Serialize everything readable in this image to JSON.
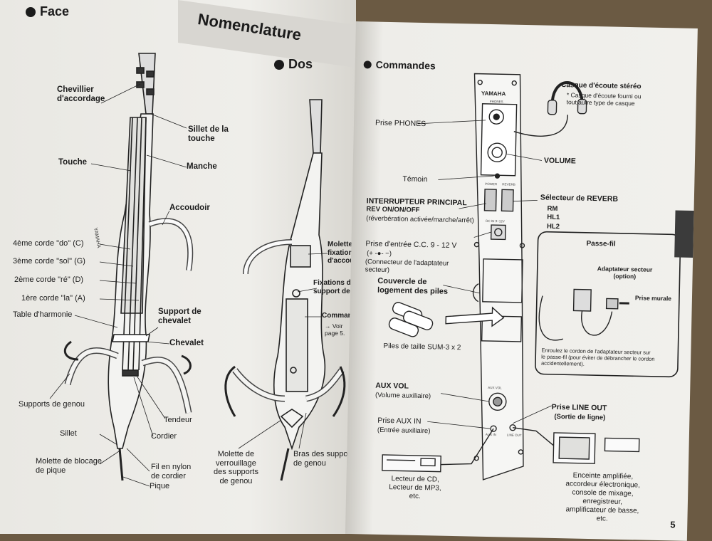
{
  "left_page": {
    "title": "Nomenclature",
    "section_face": "Face",
    "section_dos": "Dos",
    "labels": {
      "chevillier": "Chevillier\nd'accordage",
      "sillet_touche": "Sillet de la\ntouche",
      "touche": "Touche",
      "manche": "Manche",
      "accoudoir": "Accoudoir",
      "corde_do": "4ème corde \"do\" (C)",
      "corde_sol": "3ème corde \"sol\" (G)",
      "corde_re": "2ème corde \"ré\" (D)",
      "corde_la": "1ère corde \"la\" (A)",
      "table": "Table d'harmonie",
      "support_chevalet": "Support de\nchevalet",
      "chevalet": "Chevalet",
      "supports_genou": "Supports de genou",
      "tendeur": "Tendeur",
      "cordier": "Cordier",
      "sillet": "Sillet",
      "molette_blocage": "Molette de blocage\nde pique",
      "fil_nylon": "Fil en nylon\nde cordier",
      "pique": "Pique",
      "molette_fixation": "Molette de\nfixation\nd'accoudoir",
      "fixations_support": "Fixations du\nsupport de poitrine",
      "commandes": "Commandes",
      "voir_page": "→ Voir page 5.",
      "molette_verrouillage": "Molette de\nverrouillage\ndes supports\nde genou",
      "bras_supports": "Bras des supports\nde genou"
    },
    "logo": "YAMAHA"
  },
  "right_page": {
    "section": "Commandes",
    "page_number": "5",
    "labels": {
      "casque_title": "Casque d'écoute stéréo",
      "casque_note": "* Casque d'écoute fourni ou\ntout autre type de casque",
      "prise_phones": "Prise PHONES",
      "volume": "VOLUME",
      "temoin": "Témoin",
      "interrupteur": "INTERRUPTEUR PRINCIPAL",
      "interrupteur_sub": "REV ON/ON/OFF",
      "interrupteur_note": "(réverbération activée/marche/arrêt)",
      "selecteur_reverb": "Sélecteur de REVERB",
      "reverb_modes": [
        "RM",
        "HL1",
        "HL2"
      ],
      "prise_entree": "Prise d'entrée C.C. 9 - 12 V",
      "polarity": "(+ -●- −)",
      "connecteur_note": "(Connecteur de l'adaptateur\nsecteur)",
      "passe_fil": "Passe-fil",
      "adaptateur": "Adaptateur secteur\n(option)",
      "prise_murale": "Prise murale",
      "couvercle": "Couvercle de\nlogement des piles",
      "piles": "Piles de taille SUM-3 x 2",
      "enroulez_note": "Enroulez le cordon de l'adaptateur secteur sur\nle passe-fil (pour éviter de débrancher le cordon\naccidentellement).",
      "aux_vol": "AUX VOL",
      "aux_vol_sub": "(Volume auxiliaire)",
      "prise_line_out": "Prise LINE OUT",
      "line_out_sub": "(Sortie de ligne)",
      "prise_aux_in": "Prise AUX IN",
      "aux_in_sub": "(Entrée auxiliaire)",
      "lecteur": "Lecteur de CD,\nLecteur de MP3,\netc.",
      "enceinte": "Enceinte amplifiée,\naccordeur électronique,\nconsole de mixage,\nenregistreur,\namplificateur de basse,\netc."
    },
    "panel": {
      "logo": "YAMAHA",
      "phones": "PHONES",
      "power": "POWER",
      "reverb": "REVERB",
      "dc_in": "DC IN 9~12V",
      "aux_vol": "AUX VOL",
      "aux_in": "AUX IN",
      "line_out": "LINE OUT"
    }
  }
}
